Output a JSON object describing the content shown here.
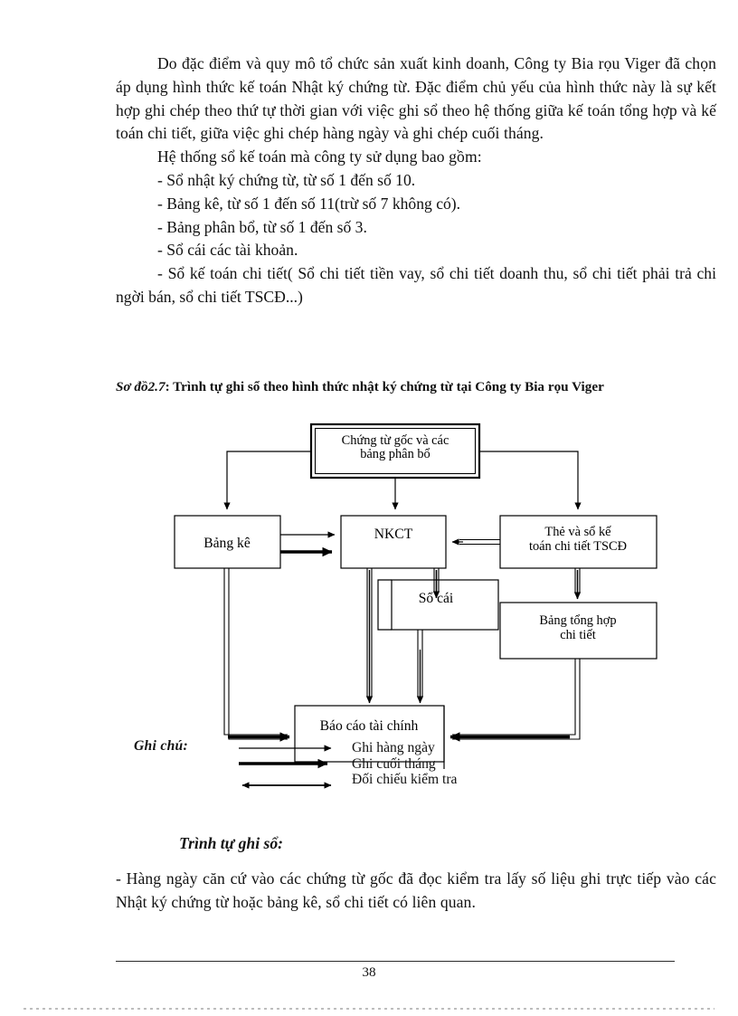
{
  "document": {
    "page_number": "38",
    "paragraphs": [
      "Do đặc điểm và quy mô tổ chức sản xuất kinh doanh, Công ty Bia rọu   Viger đã chọn áp dụng hình thức kế toán Nhật ký chứng từ. Đặc điểm chủ yếu của hình thức này là sự kết hợp ghi chép theo thứ tự thời gian với việc ghi sổ theo hệ thống giữa kế toán tổng hợp và kế toán chi tiết, giữa việc ghi chép hàng ngày và ghi chép cuối tháng.",
      "Hệ thống sổ kế toán mà công ty sử dụng bao gồm:"
    ],
    "list_items": [
      "- Sổ nhật ký chứng từ, từ số 1 đến số 10.",
      "- Bảng kê, từ số 1 đến số 11(trừ số 7 không có).",
      "- Bảng phân bổ, từ số 1 đến số 3.",
      "- Sổ cái các tài khoản."
    ],
    "list_wrapped_item": "- Sổ kế toán chi tiết( Sổ chi tiết tiền vay, sổ chi tiết doanh thu, sổ chi tiết phải trả chi ngời   bán, sổ chi tiết TSCĐ...)",
    "caption": {
      "label": "Sơ đồ2.7",
      "text": ": Trình tự ghi sổ theo hình thức nhật ký chứng từ  tại Công ty Bia rọu    Viger"
    },
    "closing": {
      "subheading": "Trình tự ghi sổ:",
      "paragraph": "- Hàng ngày căn cứ vào các chứng từ gốc đã đọc   kiểm tra lấy số liệu ghi trực tiếp vào các  Nhật ký chứng từ hoặc bảng kê, sổ chi tiết có liên quan."
    }
  },
  "diagram": {
    "title": "Trình tự ghi sổ theo hình thức nhật ký chứng từ",
    "boxes": {
      "source_docs_line1": "Chứng từ gốc và các",
      "source_docs_line2": "bảng phân bổ",
      "bang_ke": "Bảng kê",
      "nkct": "NKCT",
      "the_va_so_line1": "Thẻ và sổ kế",
      "the_va_so_line2": "toán chi tiết TSCĐ",
      "so_cai": "Sổ cái",
      "bang_tong_hop_line1": "Bảng tổng hợp",
      "bang_tong_hop_line2": "chi tiết",
      "bao_cao": "Báo cáo tài chính"
    },
    "legend": {
      "title": "Ghi chú:",
      "items": [
        "Ghi hàng ngày",
        "Ghi cuối tháng",
        "Đối chiếu kiểm tra"
      ]
    }
  }
}
